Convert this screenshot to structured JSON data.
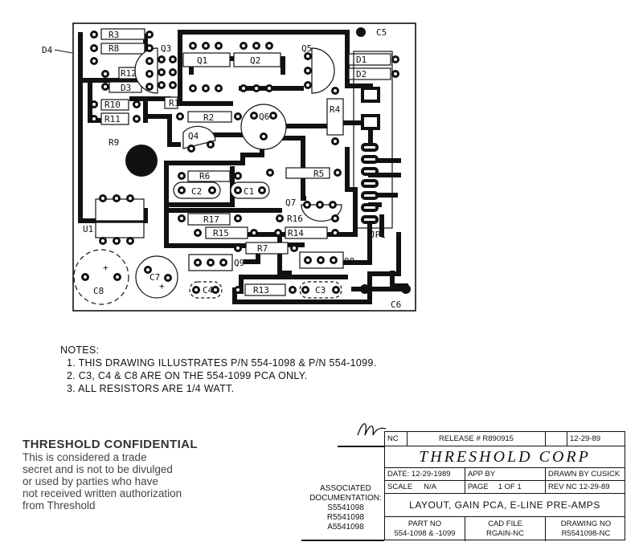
{
  "board": {
    "refdes": {
      "d4": "D4",
      "r3": "R3",
      "r8": "R8",
      "r12": "R12",
      "d3": "D3",
      "r10": "R10",
      "r11": "R11",
      "r9": "R9",
      "q3": "Q3",
      "q1": "Q1",
      "q2": "Q2",
      "q5": "Q5",
      "c5": "C5",
      "d1": "D1",
      "d2": "D2",
      "r4": "R4",
      "r1": "R1",
      "r2": "R2",
      "q6": "Q6",
      "q4": "Q4",
      "r6": "R6",
      "r5": "R5",
      "c2": "C2",
      "c1": "C1",
      "q7": "Q7",
      "r16": "R16",
      "r17": "R17",
      "r15": "R15",
      "r14": "R14",
      "r7": "R7",
      "u1": "U1",
      "jp1": "JP1",
      "q9": "Q9",
      "q8": "Q8",
      "c8": "C8",
      "c7": "C7",
      "c4": "C4",
      "r13": "R13",
      "c3": "C3",
      "c6": "C6"
    }
  },
  "notes": {
    "heading": "NOTES:",
    "items": [
      "1. THIS DRAWING ILLUSTRATES P/N 554-1098 & P/N 554-1099.",
      "2. C3, C4 & C8 ARE ON THE 554-1099 PCA ONLY.",
      "3. ALL RESISTORS ARE 1/4 WATT."
    ]
  },
  "confidential": {
    "title": "THRESHOLD CONFIDENTIAL",
    "lines": [
      "This is considered a trade",
      "secret and is not to be divulged",
      "or used by parties who have",
      "not received written authorization",
      "from Threshold"
    ]
  },
  "associated": {
    "label_1": "ASSOCIATED",
    "label_2": "DOCUMENTATION:",
    "docs": [
      "S5541098",
      "R5541098",
      "A5541098"
    ]
  },
  "title_block": {
    "rev": "NC",
    "release": "RELEASE # R890915",
    "release_date": "12-29-89",
    "company": "THRESHOLD CORP",
    "date": "DATE: 12-29-1989",
    "app_by": "APP BY",
    "drawn_by": "DRAWN BY CUSICK",
    "scale": "SCALE",
    "scale_value": "N/A",
    "page": "PAGE",
    "page_value": "1 OF 1",
    "rev_line": "REV NC 12-29-89",
    "title": "LAYOUT, GAIN PCA, E-LINE PRE-AMPS",
    "part_no_label": "PART NO",
    "part_no": "554-1098 & -1099",
    "cad_label": "CAD FILE",
    "cad": "RGAIN-NC",
    "dwg_label": "DRAWING NO",
    "dwg": "R5541098-NC"
  }
}
